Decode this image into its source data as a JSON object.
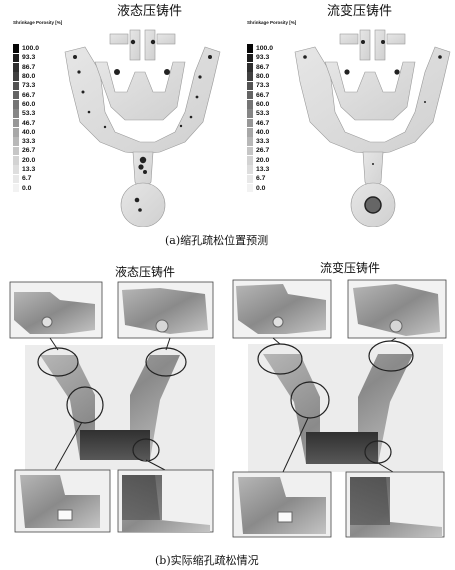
{
  "part_a": {
    "left_title": "液态压铸件",
    "right_title": "流变压铸件",
    "legend_header": "Shrinkage Porosity [%]",
    "legend_values": [
      "100.0",
      "93.3",
      "86.7",
      "80.0",
      "73.3",
      "66.7",
      "60.0",
      "53.3",
      "46.7",
      "40.0",
      "33.3",
      "26.7",
      "20.0",
      "13.3",
      "6.7",
      "0.0"
    ],
    "legend_colors": [
      "#050505",
      "#1d1d1d",
      "#2f2f2f",
      "#414141",
      "#535353",
      "#646464",
      "#757575",
      "#868686",
      "#979797",
      "#a8a8a8",
      "#b8b8b8",
      "#c6c6c6",
      "#d3d3d3",
      "#dedede",
      "#e8e8e8",
      "#f2f2f2"
    ],
    "caption": "(a)缩孔疏松位置预测"
  },
  "part_b": {
    "left_title": "液态压铸件",
    "right_title": "流变压铸件",
    "caption": "(b)实际缩孔疏松情况"
  }
}
